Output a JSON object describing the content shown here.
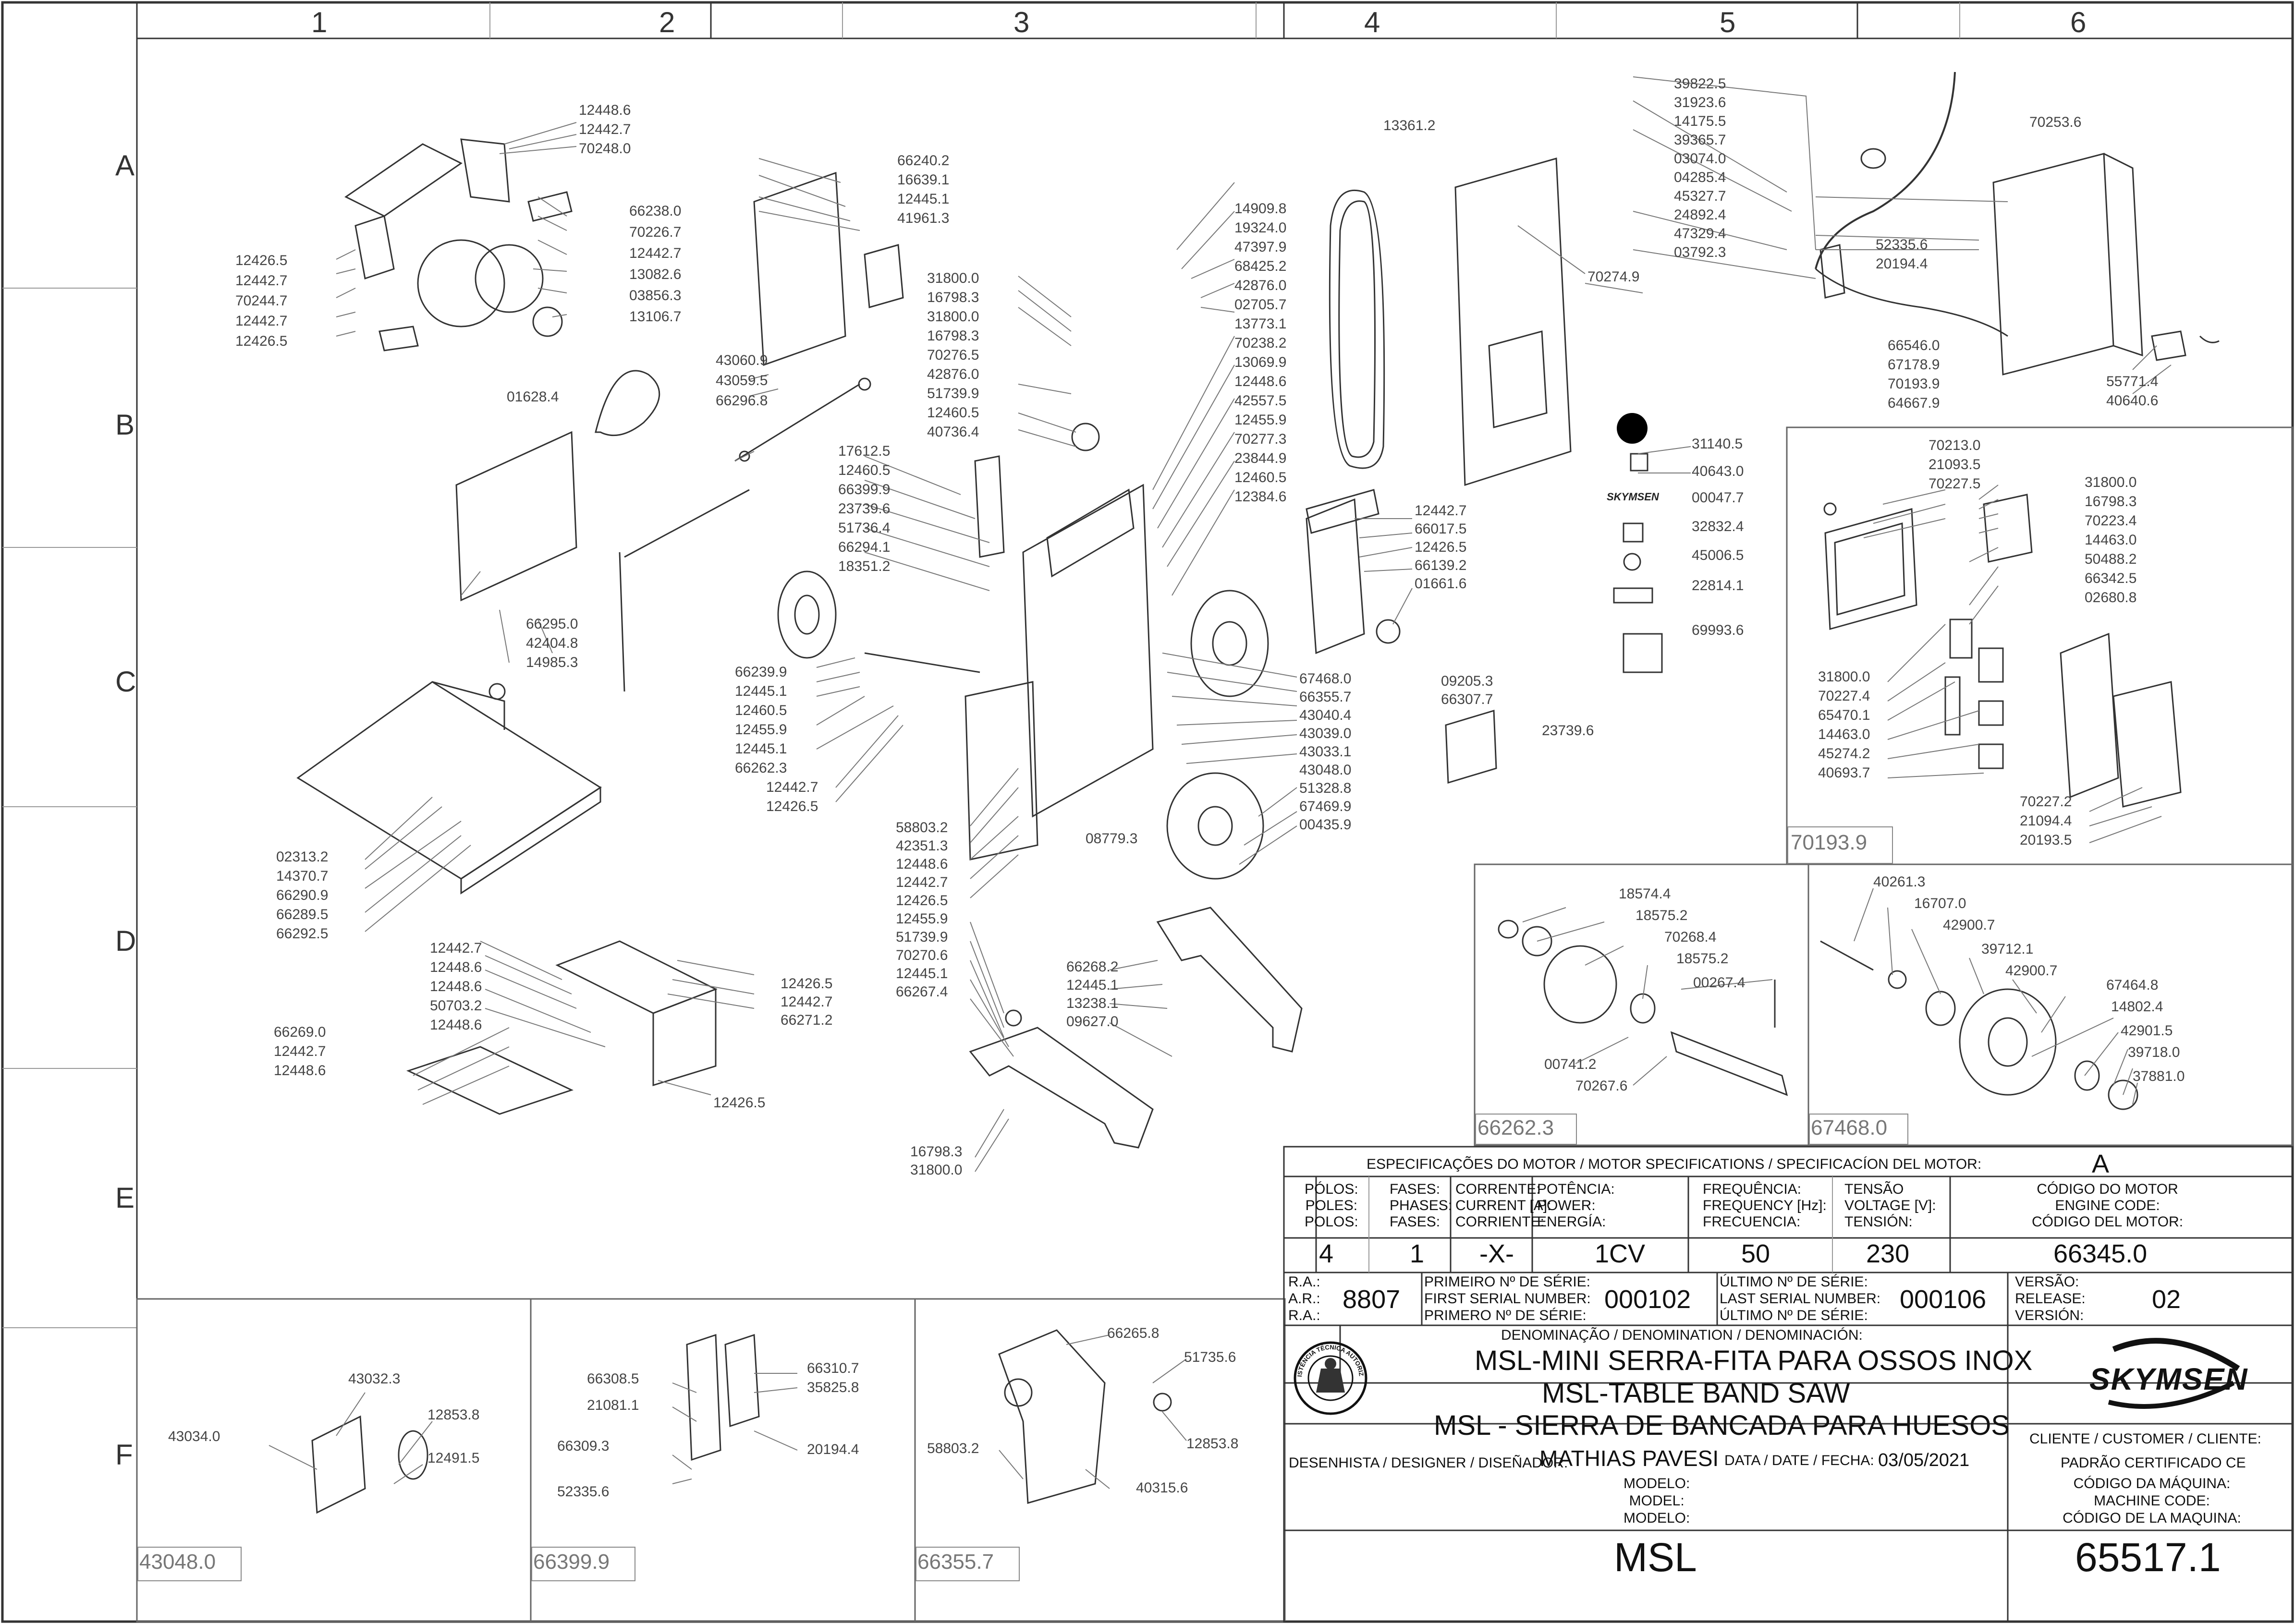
{
  "zones": {
    "cols": [
      "1",
      "2",
      "3",
      "4",
      "5",
      "6"
    ],
    "rows": [
      "A",
      "B",
      "C",
      "D",
      "E",
      "F"
    ]
  },
  "section_ids": {
    "s70193": "70193.9",
    "s66262": "66262.3",
    "s67468": "67468.0",
    "s43048": "43048.0",
    "s66399": "66399.9",
    "s66355": "66355.7"
  },
  "callouts": {
    "a1": [
      "12448.6",
      "12442.7",
      "70248.0"
    ],
    "a2": [
      "66238.0",
      "70226.7",
      "12442.7",
      "13082.6",
      "03856.3",
      "13106.7"
    ],
    "a3": [
      "12426.5",
      "12442.7",
      "70244.7",
      "12442.7",
      "12426.5"
    ],
    "b1": "01628.4",
    "b2": [
      "43060.9",
      "43059.5",
      "66296.8"
    ],
    "c1": [
      "66295.0",
      "42404.8",
      "14985.3"
    ],
    "d1": [
      "02313.2",
      "14370.7",
      "66290.9",
      "66289.5",
      "66292.5"
    ],
    "a4": [
      "66240.2",
      "16639.1",
      "12445.1",
      "41961.3"
    ],
    "b3": [
      "31800.0",
      "16798.3",
      "31800.0",
      "16798.3",
      "70276.5",
      "42876.0",
      "51739.9",
      "12460.5",
      "40736.4"
    ],
    "c2": [
      "17612.5",
      "12460.5",
      "66399.9",
      "23739.6",
      "51736.4",
      "66294.1",
      "18351.2"
    ],
    "c3": [
      "66239.9",
      "12445.1",
      "12460.5",
      "12455.9",
      "12445.1",
      "66262.3",
      "12442.7",
      "12426.5"
    ],
    "a5": [
      "14909.8",
      "19324.0",
      "47397.9",
      "68425.2",
      "42876.0",
      "02705.7",
      "13773.1",
      "70238.2",
      "13069.9",
      "12448.6",
      "42557.5",
      "12455.9",
      "70277.3",
      "23844.9",
      "12460.5",
      "12384.6"
    ],
    "c4": [
      "12442.7",
      "66017.5",
      "12426.5",
      "66139.2",
      "01661.6"
    ],
    "c5": [
      "67468.0",
      "66355.7",
      "43040.4",
      "43039.0",
      "43033.1",
      "43048.0",
      "51328.8",
      "67469.9",
      "00435.9"
    ],
    "d2": [
      "58803.2",
      "42351.3",
      "12448.6",
      "12442.7",
      "12426.5",
      "12455.9",
      "51739.9",
      "70270.6",
      "12445.1",
      "66267.4"
    ],
    "d3": "08779.3",
    "d4": [
      "66268.2",
      "12445.1",
      "13238.1",
      "09627.0"
    ],
    "e1": [
      "16798.3",
      "31800.0"
    ],
    "d5": [
      "12442.7",
      "12448.6",
      "12448.6",
      "50703.2",
      "12448.6"
    ],
    "d6": [
      "12426.5",
      "12442.7",
      "66271.2"
    ],
    "d7": [
      "66269.0",
      "12442.7",
      "12448.6"
    ],
    "d8": "12426.5",
    "a6": "13361.2",
    "a7": "70274.9",
    "c6": [
      "09205.3",
      "66307.7"
    ],
    "c7": "23739.6",
    "a8": [
      "39822.5",
      "31923.6",
      "14175.5",
      "39365.7",
      "03074.0",
      "04285.4",
      "45327.7",
      "24892.4",
      "47329.4",
      "03792.3"
    ],
    "a9": [
      "52335.6",
      "20194.4"
    ],
    "a10": "70253.6",
    "b4": [
      "66546.0",
      "67178.9",
      "70193.9",
      "64667.9"
    ],
    "b5": [
      "55771.4",
      "40640.6"
    ],
    "b6": [
      "31140.5",
      "40643.0",
      "00047.7",
      "32832.4",
      "45006.5",
      "22814.1",
      "69993.6"
    ],
    "b7": [
      "70213.0",
      "21093.5",
      "70227.5"
    ],
    "b8": [
      "31800.0",
      "16798.3",
      "70223.4",
      "14463.0",
      "50488.2",
      "66342.5",
      "02680.8"
    ],
    "c8": [
      "31800.0",
      "70227.4",
      "65470.1",
      "14463.0",
      "45274.2",
      "40693.7"
    ],
    "d9": [
      "70227.2",
      "21094.4",
      "20193.5"
    ],
    "d10": [
      "18574.4",
      "18575.2",
      "70268.4",
      "18575.2",
      "00267.4"
    ],
    "d11": [
      "00741.2",
      "70267.6"
    ],
    "d12": [
      "40261.3",
      "16707.0",
      "42900.7",
      "39712.1",
      "42900.7",
      "67464.8",
      "14802.4",
      "42901.5",
      "39718.0",
      "37881.0"
    ],
    "f1": [
      "43032.3",
      "43034.0",
      "12853.8",
      "12491.5"
    ],
    "f2": [
      "66308.5",
      "21081.1",
      "66309.3",
      "52335.6"
    ],
    "f3": [
      "66310.7",
      "35825.8",
      "20194.4"
    ],
    "f4": [
      "66265.8",
      "51735.6",
      "12853.8",
      "58803.2",
      "40315.6"
    ]
  },
  "titleblock": {
    "motor_header": "ESPECIFICAÇÕES DO MOTOR / MOTOR SPECIFICATIONS / SPECIFICACÍON DEL MOTOR:",
    "motor_rev": "A",
    "h_polos": [
      "PÓLOS:",
      "POLES:",
      "POLOS:"
    ],
    "h_fases": [
      "FASES:",
      "PHASES:",
      "FASES:"
    ],
    "h_corrente": [
      "CORRENTE:",
      "CURRENT [A]:",
      "CORRIENTE:"
    ],
    "h_potencia": [
      "POTÊNCIA:",
      "POWER:",
      "ENERGÍA:"
    ],
    "h_freq": [
      "FREQUÊNCIA:",
      "FREQUENCY [Hz]:",
      "FRECUENCIA:"
    ],
    "h_tensao": [
      "TENSÃO",
      "VOLTAGE [V]:",
      "TENSIÓN:"
    ],
    "h_codmotor": [
      "CÓDIGO DO MOTOR",
      "ENGINE CODE:",
      "CÓDIGO DEL MOTOR:"
    ],
    "v_polos": "4",
    "v_fases": "1",
    "v_corrente": "-X-",
    "v_potencia": "1CV",
    "v_freq": "50",
    "v_tensao": "230",
    "v_codmotor": "66345.0",
    "ra_labels": [
      "R.A.:",
      "A.R.:",
      "R.A.:"
    ],
    "ra_value": "8807",
    "first_serial_labels": [
      "PRIMEIRO Nº DE SÉRIE:",
      "FIRST SERIAL NUMBER:",
      "PRIMERO Nº DE SÉRIE:"
    ],
    "first_serial": "000102",
    "last_serial_labels": [
      "ÚLTIMO Nº DE SÉRIE:",
      "LAST SERIAL NUMBER:",
      "ÚLTIMO Nº DE SÉRIE:"
    ],
    "last_serial": "000106",
    "version_labels": [
      "VERSÃO:",
      "RELEASE:",
      "VERSIÓN:"
    ],
    "version": "02",
    "denomination_header": "DENOMINAÇÃO / DENOMINATION / DENOMINACIÓN:",
    "name_pt": "MSL-MINI SERRA-FITA PARA OSSOS INOX",
    "name_en": "MSL-TABLE BAND SAW",
    "name_es": "MSL - SIERRA DE BANCADA PARA HUESOS",
    "seal_text": "ASSISTÊNCIA TÉCNICA AUTORIZADA",
    "brand": "SKYMSEN",
    "designer_label": "DESENHISTA / DESIGNER / DISEÑADOR:",
    "designer": "MATHIAS PAVESI",
    "date_label": "DATA / DATE / FECHA:",
    "date": "03/05/2021",
    "client_label": "CLIENTE / CUSTOMER / CLIENTE:",
    "client": "PADRÃO CERTIFICADO CE",
    "model_labels": [
      "MODELO:",
      "MODEL:",
      "MODELO:"
    ],
    "model": "MSL",
    "machine_code_labels": [
      "CÓDIGO DA MÁQUINA:",
      "MACHINE CODE:",
      "CÓDIGO DE LA MAQUINA:"
    ],
    "machine_code": "65517.1"
  }
}
